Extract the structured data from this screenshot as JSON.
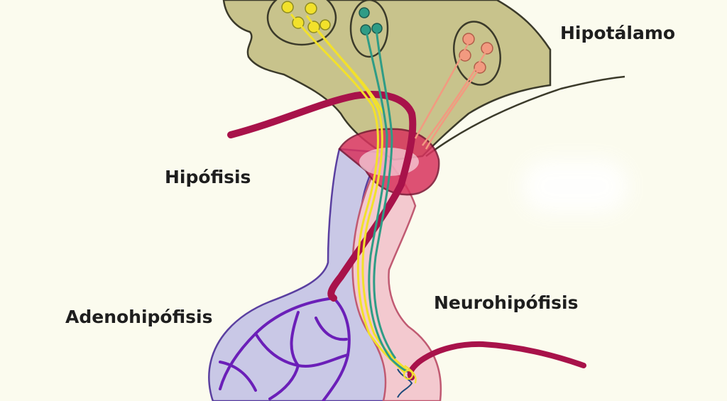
{
  "labels": {
    "hipotalamo": "Hipotálamo",
    "hipofisis": "Hipófisis",
    "adenohipofisis": "Adenohipófisis",
    "neurohipofisis": "Neurohipófisis"
  },
  "colors": {
    "background": "#fbfbee",
    "hypothalamus": "#c8c38c",
    "artery": "#a8124a",
    "adeno_vessels": "#6b1fb8",
    "adeno_fill": "#c9c8e6",
    "neuro_fill": "#f3c9cf",
    "neuron_yellow": "#f2e12b",
    "neuron_teal": "#2f9c86",
    "neuron_salmon": "#f29a80"
  }
}
